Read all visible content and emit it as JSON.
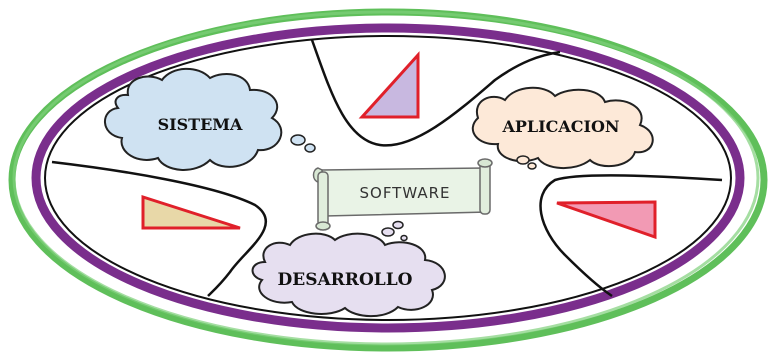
{
  "center_scroll": {
    "label": "SOFTWARE"
  },
  "clouds": [
    {
      "key": "sistema",
      "label": "SISTEMA"
    },
    {
      "key": "aplicacion",
      "label": "APLICACION"
    },
    {
      "key": "desarrollo",
      "label": "DESARROLLO"
    }
  ],
  "triangles": [
    {
      "key": "top",
      "fill": "#c8b8e0"
    },
    {
      "key": "left",
      "fill": "#e8d8a8"
    },
    {
      "key": "right",
      "fill": "#f29ab4"
    }
  ],
  "colors": {
    "outer_ring": "#5fbf5a",
    "inner_ring": "#7a2e8c",
    "cloud_sistema": "#cfe2f2",
    "cloud_aplicacion": "#fde9d8",
    "cloud_desarrollo": "#e6dff0",
    "scroll_fill": "#e9f3e6",
    "triangle_stroke": "#e0202a"
  }
}
